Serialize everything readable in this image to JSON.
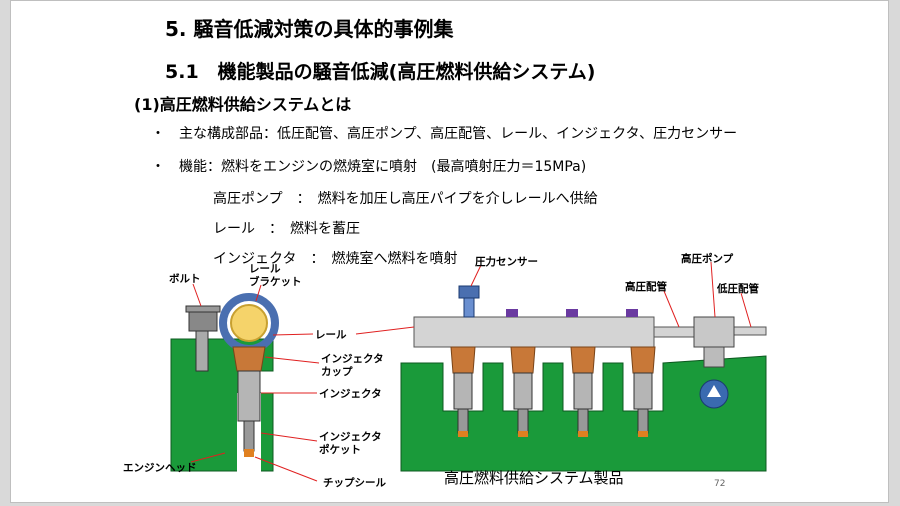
{
  "heading": "5. 騒音低減対策の具体的事例集",
  "subheading": "5.1　機能製品の騒音低減(高圧燃料供給システム)",
  "section": "(1)高圧燃料供給システムとは",
  "bullets": [
    "・　主な構成部品：低圧配管、高圧ポンプ、高圧配管、レール、インジェクタ、圧力センサー",
    "・　機能：燃料をエンジンの燃焼室に噴射　(最高噴射圧力＝15MPa)"
  ],
  "functions": [
    "高圧ポンプ　：　燃料を加圧し高圧パイプを介しレールへ供給",
    "レール　：　燃料を蓄圧",
    "インジェクタ　：　燃焼室へ燃料を噴射"
  ],
  "left_labels": {
    "bolt": "ボルト",
    "bracket": "レール\nブラケット",
    "rail": "レール",
    "inj_cup": "インジェクタ\nカップ",
    "injector": "インジェクタ",
    "inj_pocket": "インジェクタ\nポケット",
    "engine_head": "エンジンヘッド",
    "tip_seal": "チップシール"
  },
  "right_labels": {
    "pressure_sensor": "圧力センサー",
    "hp_pump": "高圧ポンプ",
    "hp_pipe": "高圧配管",
    "lp_pipe": "低圧配管"
  },
  "caption": "高圧燃料供給システム製品",
  "page_number": "72",
  "colors": {
    "engine_green": "#1a9a3a",
    "rail_gray": "#d4d4d4",
    "cup_orange": "#c87838",
    "leader_red": "#e02020",
    "sensor_blue": "#4a6fb0",
    "bolt_purple": "#6a3aa0"
  }
}
